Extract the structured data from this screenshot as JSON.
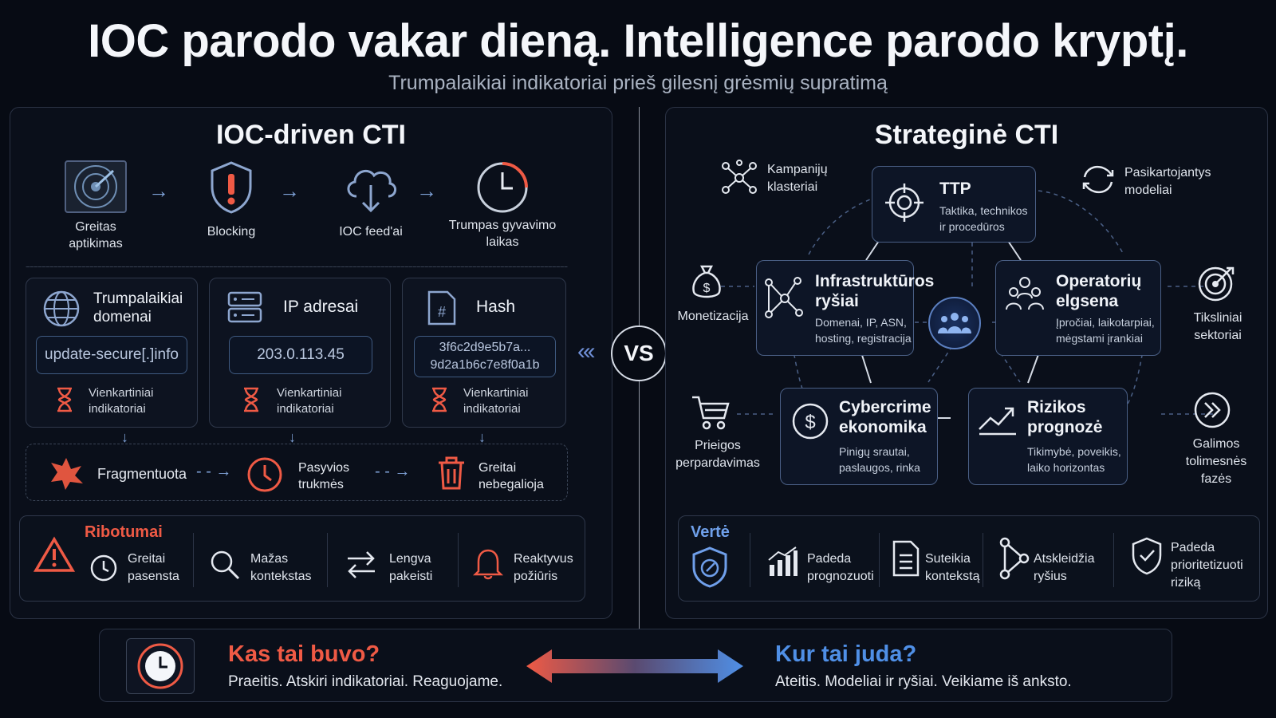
{
  "header": {
    "title": "IOC parodo vakar dieną. Intelligence parodo kryptį.",
    "subtitle": "Trumpalaikiai indikatoriai prieš gilesnį grėsmių supratimą"
  },
  "left": {
    "title": "IOC-driven CTI",
    "flow": [
      {
        "icon": "radar-icon",
        "label": "Greitas aptikimas"
      },
      {
        "icon": "shield-alert-icon",
        "label": "Blocking"
      },
      {
        "icon": "cloud-download-icon",
        "label": "IOC feed'ai"
      },
      {
        "icon": "clock-icon",
        "label": "Trumpas gyvavimo laikas"
      }
    ],
    "cards": [
      {
        "title": "Trumpalaikiai domenai",
        "value": "update-secure[.]info",
        "note": "Vienkartiniai indikatoriai"
      },
      {
        "title": "IP adresai",
        "value": "203.0.113.45",
        "note": "Vienkartiniai indikatoriai"
      },
      {
        "title": "Hash",
        "value": "3f6c2d9e5b7a...\n9d2a1b6c7e8f0a1b",
        "note": "Vienkartiniai indikatoriai"
      }
    ],
    "chain": [
      {
        "label": "Fragmentuota"
      },
      {
        "label": "Pasyvios trukmės"
      },
      {
        "label": "Greitai nebegalioja"
      }
    ],
    "limits": {
      "title": "Ribotumai",
      "items": [
        {
          "label": "Greitai pasensta"
        },
        {
          "label": "Mažas kontekstas"
        },
        {
          "label": "Lengva pakeisti"
        },
        {
          "label": "Reaktyvus požiūris"
        }
      ]
    }
  },
  "vs": "VS",
  "right": {
    "title": "Strateginė CTI",
    "side": [
      {
        "label": "Kampanijų klasteriai"
      },
      {
        "label": "Pasikartojantys modeliai"
      },
      {
        "label": "Monetizacija"
      },
      {
        "label": "Tiksliniai sektoriai"
      },
      {
        "label": "Prieigos perpardavimas"
      },
      {
        "label": "Galimos tolimesnės fazės"
      }
    ],
    "nodes": {
      "ttp": {
        "title": "TTP",
        "desc": "Taktika, technikos ir procedūros"
      },
      "infra": {
        "title": "Infrastruktūros ryšiai",
        "desc": "Domenai, IP, ASN, hosting, registracija"
      },
      "oper": {
        "title": "Operatorių elgsena",
        "desc": "Įpročiai, laikotarpiai, mėgstami įrankiai"
      },
      "cyber": {
        "title": "Cybercrime ekonomika",
        "desc": "Pinigų srautai, paslaugos, rinka"
      },
      "risk": {
        "title": "Rizikos prognozė",
        "desc": "Tikimybė, poveikis, laiko horizontas"
      }
    },
    "value": {
      "title": "Vertė",
      "items": [
        {
          "label": "Padeda prognozuoti"
        },
        {
          "label": "Suteikia kontekstą"
        },
        {
          "label": "Atskleidžia ryšius"
        },
        {
          "label": "Padeda prioritetizuoti riziką"
        }
      ]
    }
  },
  "bottom": {
    "left_title": "Kas tai buvo?",
    "left_text": "Praeitis. Atskiri indikatoriai. Reaguojame.",
    "right_title": "Kur tai juda?",
    "right_text": "Ateitis. Modeliai ir ryšiai. Veikiame iš anksto."
  },
  "colors": {
    "accent_red": "#ef5a45",
    "accent_blue": "#4f8fe6",
    "background": "#070b14"
  }
}
